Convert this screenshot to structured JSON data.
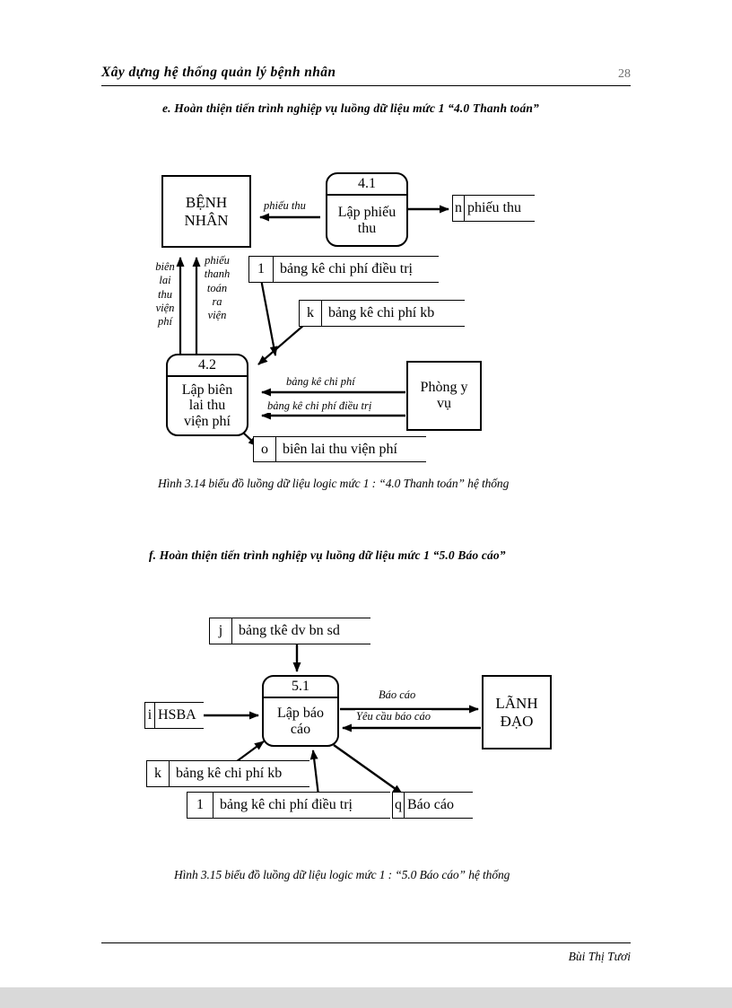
{
  "header": {
    "title": "Xây dựng  hệ thống quản lý bệnh nhân",
    "page_number": "28"
  },
  "sections": {
    "e_heading": "e. Hoàn  thiện tiến trình nghiệp vụ luồng dữ liệu mức 1 “4.0 Thanh  toán”",
    "f_heading": "f. Hoàn  thiện tiến trình nghiệp vụ luồng dữ liệu mức 1 “5.0 Báo cáo”"
  },
  "figure_1": {
    "caption": "Hình 3.14 biểu đồ luồng dữ liệu logic mức 1 : “4.0 Thanh toán” hệ thống",
    "entities": [
      {
        "id": "benh-nhan",
        "lines": [
          "BỆNH",
          "NHÂN"
        ]
      },
      {
        "id": "phong-y-vu",
        "lines": [
          "Phòng y",
          "vụ"
        ]
      }
    ],
    "processes": [
      {
        "id": "4.1",
        "lines": [
          "Lập phiếu",
          "thu"
        ]
      },
      {
        "id": "4.2",
        "lines": [
          "Lập biên",
          "lai thu",
          "viện phí"
        ]
      }
    ],
    "stores": [
      {
        "key": "n",
        "label": "phiếu thu"
      },
      {
        "key": "1",
        "label": "bảng kê chi phí điều trị"
      },
      {
        "key": "k",
        "label": "bảng kê chi phí kb"
      },
      {
        "key": "o",
        "label": "biên lai thu viện phí"
      }
    ],
    "flows": [
      {
        "id": "phieu-thu",
        "label": "phiếu thu"
      },
      {
        "id": "bien-lai-thu-vien-phi",
        "label": "biên lai thu viện phí",
        "vertical_words": [
          "biên",
          "lai",
          "thu",
          "viện",
          "phí"
        ]
      },
      {
        "id": "phieu-thanh-toan-ra-vien",
        "label": "phiếu thanh toán ra viện",
        "vertical_words": [
          "phiếu",
          "thanh",
          "toán",
          "ra",
          "viện"
        ]
      },
      {
        "id": "bang-ke-chi-phi",
        "label": "bảng kê chi phí"
      },
      {
        "id": "bang-ke-chi-phi-dieu-tri",
        "label": "bảng kê chi phí điều trị"
      }
    ]
  },
  "figure_2": {
    "caption": "Hình 3.15 biểu đồ luồng dữ liệu logic mức 1 : “5.0 Báo cáo” hệ thống",
    "entities": [
      {
        "id": "lanh-dao",
        "lines": [
          "LÃNH",
          "ĐẠO"
        ]
      }
    ],
    "processes": [
      {
        "id": "5.1",
        "lines": [
          "Lập báo",
          "cáo"
        ]
      }
    ],
    "stores": [
      {
        "key": "j",
        "label": "bảng tkê dv bn sd"
      },
      {
        "key": "i",
        "label": "HSBA"
      },
      {
        "key": "k",
        "label": "bảng kê chi phí kb"
      },
      {
        "key": "1",
        "label": "bảng kê chi phí điều trị"
      },
      {
        "key": "q",
        "label": "Báo cáo"
      }
    ],
    "flows": [
      {
        "id": "bao-cao",
        "label": "Báo cáo"
      },
      {
        "id": "yeu-cau-bao-cao",
        "label": "Yêu cầu báo cáo"
      }
    ]
  },
  "footer": {
    "author": "Bùi Thị Tươi"
  },
  "colors": {
    "ink": "#000000",
    "paper": "#ffffff",
    "page_number": "#6f6f6f"
  }
}
